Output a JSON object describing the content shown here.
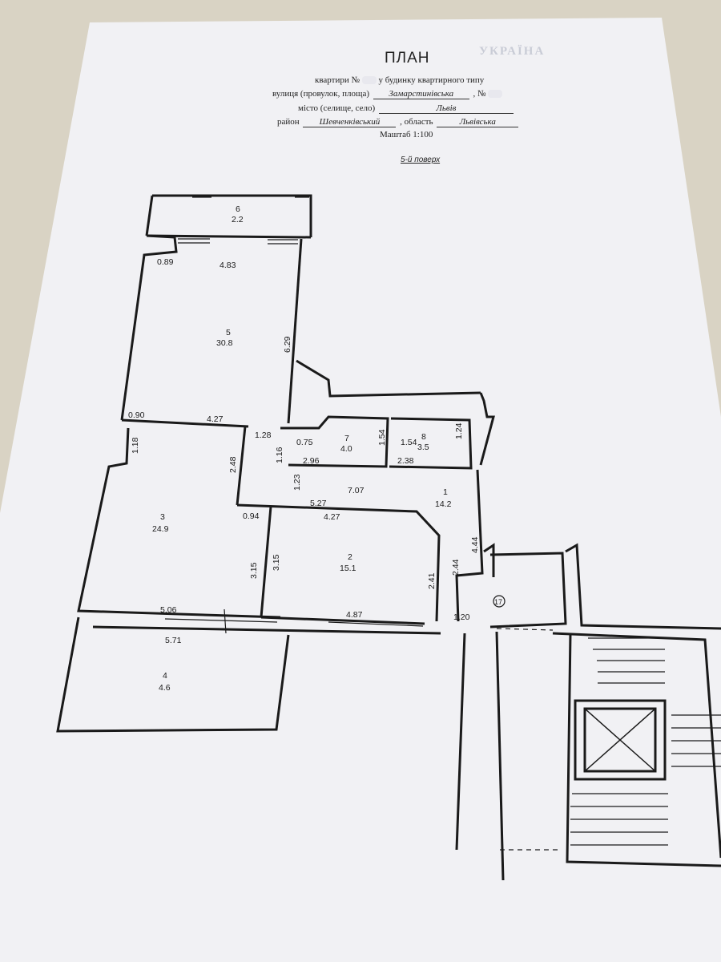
{
  "document": {
    "title": "ПЛАН",
    "watermark_text": "УКРАЇНА",
    "line1": {
      "prefix": "квартири №",
      "suffix": "у будинку квартирного типу"
    },
    "line2": {
      "label": "вулиця (провулок, площа)",
      "street": "Замарстинівська",
      "number_label": ", №"
    },
    "line3": {
      "label": "місто (селище, село)",
      "city": "Львів"
    },
    "line4": {
      "label": "район",
      "district": "Шевченківський",
      "region_label": ", область",
      "region": "Львівська"
    },
    "scale": "Маштаб 1:100",
    "floor": "5-й поверх"
  },
  "plan": {
    "rooms": [
      {
        "number": "6",
        "area": "2.2"
      },
      {
        "number": "5",
        "area": "30.8"
      },
      {
        "number": "7",
        "area": "4.0"
      },
      {
        "number": "8",
        "area": "3.5"
      },
      {
        "number": "3",
        "area": "24.9"
      },
      {
        "number": "1",
        "area": "14.2"
      },
      {
        "number": "2",
        "area": "15.1"
      },
      {
        "number": "4",
        "area": "4.6"
      }
    ],
    "dimensions": [
      "0.89",
      "4.83",
      "6.29",
      "0.90",
      "4.27",
      "1.28",
      "1.16",
      "0.75",
      "2.96",
      "1.54",
      "1.54",
      "2.38",
      "1.24",
      "1.18",
      "2.48",
      "1.23",
      "7.07",
      "5.27",
      "0.94",
      "4.27",
      "4.44",
      "3.15",
      "3.15",
      "2.41",
      "2.44",
      "5.06",
      "4.87",
      "1.20",
      "5.71"
    ],
    "stair_marker": "17"
  }
}
